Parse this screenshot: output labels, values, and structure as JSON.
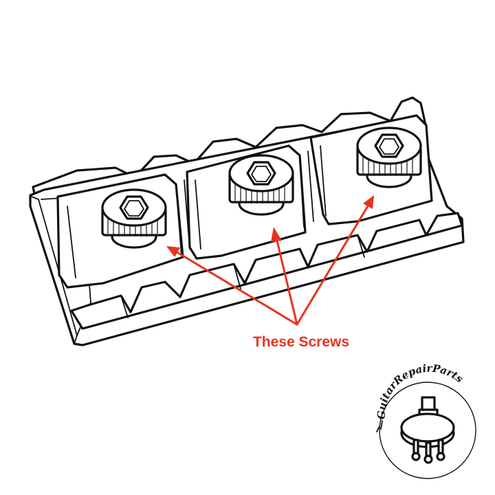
{
  "callout": {
    "label": "These Screws",
    "color": "#e8331c"
  },
  "logo": {
    "text": "GuitarRepairParts"
  },
  "diagram": {
    "part": "locking nut",
    "screw_count": 3,
    "screw_icon": "hex-socket-screw-icon"
  }
}
